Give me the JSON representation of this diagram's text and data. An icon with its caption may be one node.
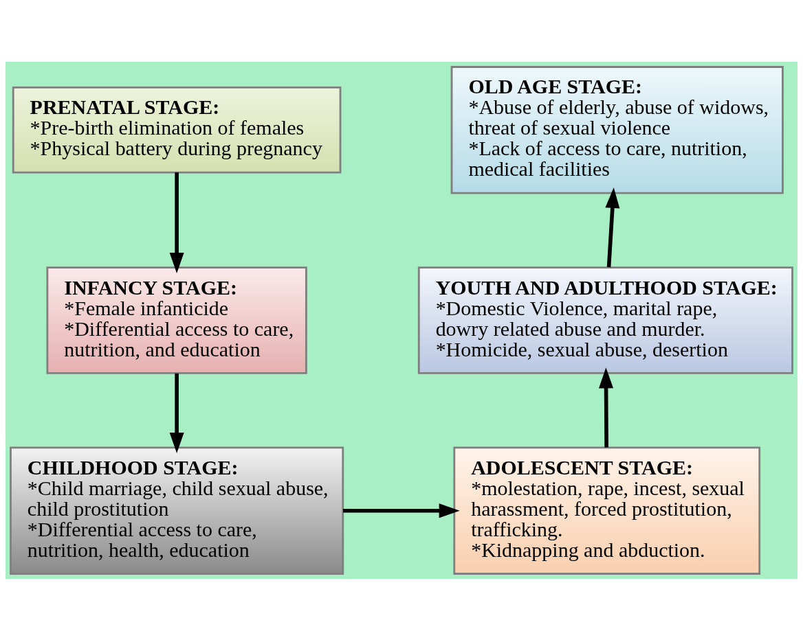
{
  "diagram": {
    "nodes": [
      {
        "text": [
          "PRENATAL STAGE:",
          "*Pre-birth elimination of females",
          "*Physical battery during pregnancy"
        ]
      },
      {
        "text": [
          "INFANCY STAGE:",
          "*Female infanticide",
          "*Differential access to care, nutrition, and education"
        ]
      },
      {
        "text": [
          "CHILDHOOD STAGE:",
          "*Child marriage, child sexual abuse, child prostitution",
          "*Differential access to care, nutrition, health, education"
        ]
      },
      {
        "text": [
          "ADOLESCENT STAGE:",
          "*molestation, rape, incest, sexual harassment, forced prostitution, trafficking.",
          "*Kidnapping and abduction."
        ]
      },
      {
        "text": [
          "YOUTH AND ADULTHOOD STAGE:",
          "*Domestic Violence, marital rape, dowry related abuse and murder.",
          "*Homicide, sexual abuse, desertion"
        ]
      },
      {
        "text": [
          "OLD AGE STAGE:",
          "*Abuse of elderly, abuse of widows, threat of sexual violence",
          "*Lack of access to care, nutrition, medical facilities"
        ]
      }
    ],
    "edges": [
      {
        "from": 0,
        "to": 1,
        "arrow": "to"
      },
      {
        "from": 1,
        "to": 2,
        "arrow": "to"
      },
      {
        "from": 2,
        "to": 3,
        "arrow": "to"
      },
      {
        "from": 3,
        "to": 4,
        "arrow": "to"
      },
      {
        "from": 4,
        "to": 5,
        "arrow": "to"
      }
    ]
  }
}
